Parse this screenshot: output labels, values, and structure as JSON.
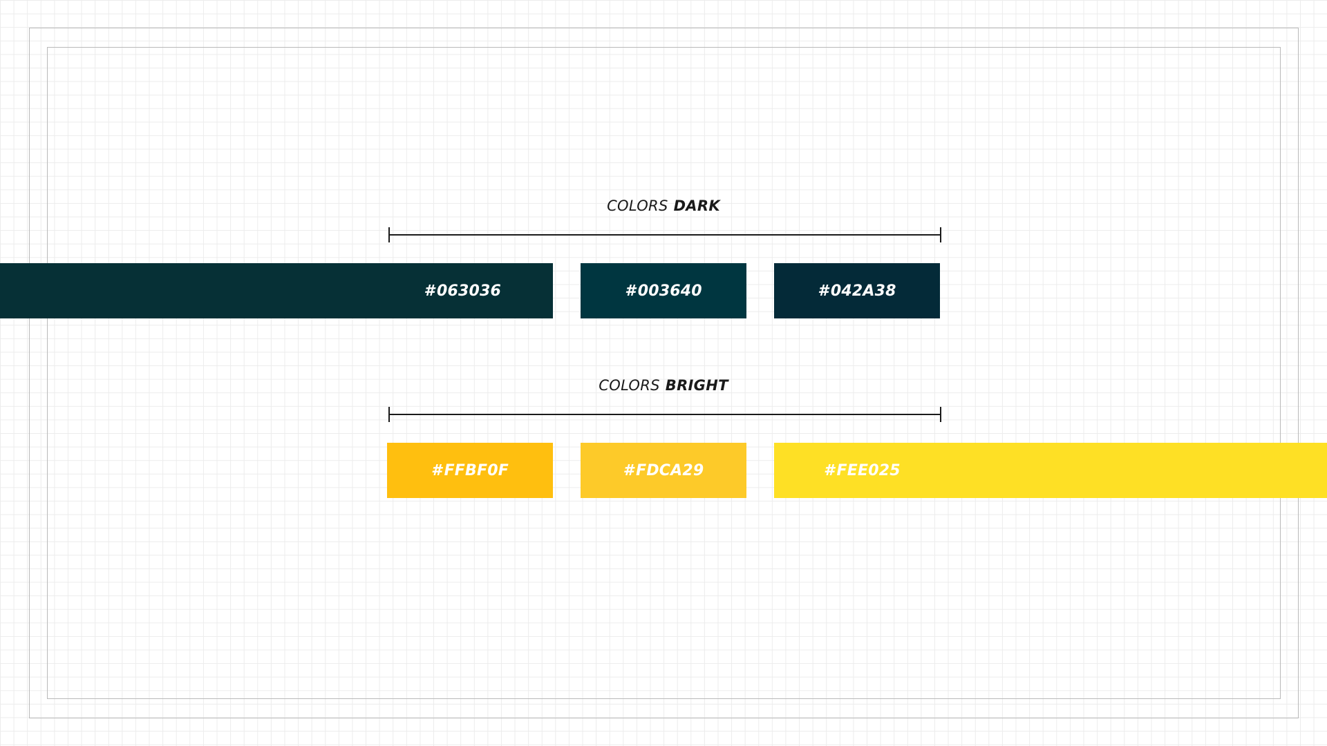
{
  "sections": {
    "dark": {
      "title_light": "COLORS",
      "title_bold": "DARK",
      "swatches": [
        {
          "hash": "#",
          "code": "063036",
          "color": "#063036"
        },
        {
          "hash": "#",
          "code": "003640",
          "color": "#003640"
        },
        {
          "hash": "#",
          "code": "042A38",
          "color": "#042A38"
        }
      ]
    },
    "bright": {
      "title_light": "COLORS",
      "title_bold": "BRIGHT",
      "swatches": [
        {
          "hash": "#",
          "code": "FFBF0F",
          "color": "#FFBF0F"
        },
        {
          "hash": "#",
          "code": "FDCA29",
          "color": "#FDCA29"
        },
        {
          "hash": "#",
          "code": "FEE025",
          "color": "#FEE025"
        }
      ]
    }
  },
  "colors": {
    "frame": "#b9b9b9",
    "bracket": "#1a1a1a",
    "label_text": "#ffffff"
  }
}
